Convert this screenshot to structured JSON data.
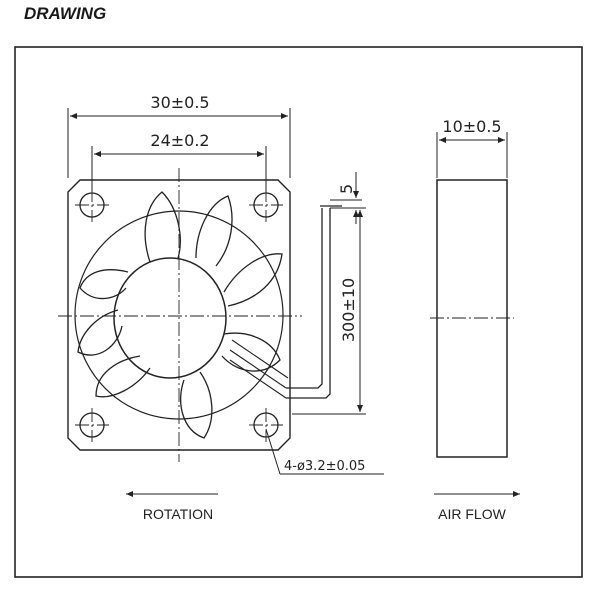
{
  "heading": "DRAWING",
  "dimensions": {
    "outer_width": "30±0.5",
    "hole_spacing": "24±0.2",
    "lead_offset": "5",
    "lead_length": "300±10",
    "holes": "4-ø3.2±0.05",
    "thickness": "10±0.5"
  },
  "labels": {
    "rotation": "ROTATION",
    "airflow": "AIR FLOW"
  }
}
